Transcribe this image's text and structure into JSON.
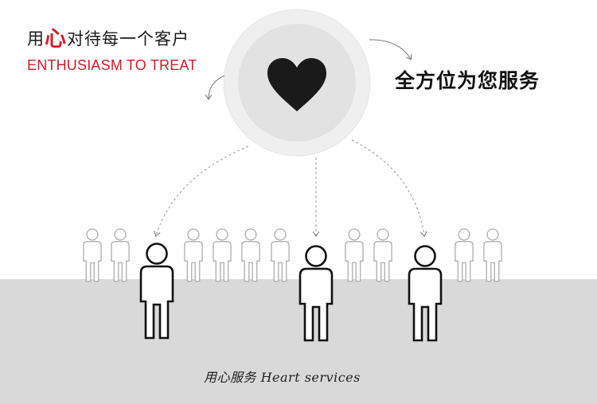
{
  "headline": {
    "prefix": "用",
    "accent": "心",
    "suffix": "对待每一个客户"
  },
  "subline": "ENTHUSIASM TO TREAT",
  "service_title": "全方位为您服务",
  "caption": "用心服务 Heart services",
  "icons": {
    "center": "heart-icon",
    "figures": "person-icon",
    "arrows": "curved-arrow-icon"
  },
  "colors": {
    "accent": "#d0242b",
    "floor": "#d9d9d9",
    "heart": "#1a1a1a",
    "circle_outer": "#ececec",
    "circle_inner": "#e0e0e0"
  }
}
